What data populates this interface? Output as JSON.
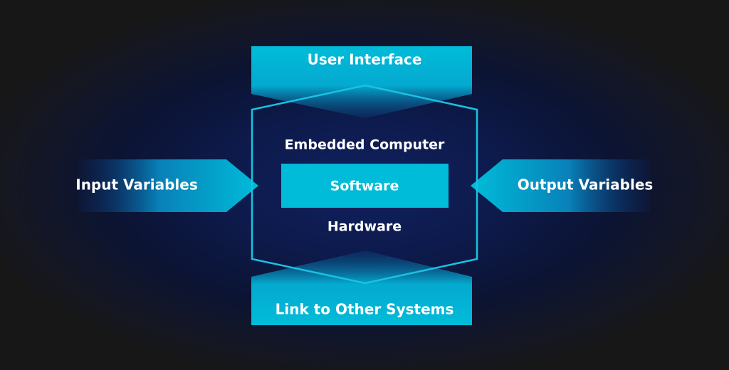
{
  "diagram": {
    "user_interface": "User Interface",
    "embedded_computer": "Embedded Computer",
    "software": "Software",
    "hardware": "Hardware",
    "input_variables": "Input Variables",
    "output_variables": "Output Variables",
    "link_systems": "Link to Other Systems"
  },
  "colors": {
    "accent": "#00bcd9",
    "outline": "#18c3e3",
    "text": "#ffffff"
  }
}
